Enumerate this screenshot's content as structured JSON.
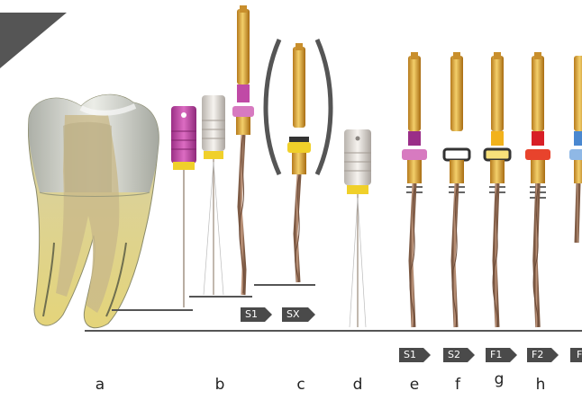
{
  "figure": {
    "panel_letters": [
      "a",
      "b",
      "c",
      "d",
      "e",
      "f",
      "g",
      "h"
    ],
    "file_tags": {
      "c": [
        "S1",
        "SX"
      ],
      "e": "S1",
      "f": "S2",
      "g": "F1",
      "h": "F2",
      "clipped": "F"
    },
    "colors": {
      "baseline": "#555555",
      "corner_triangle": "#555555",
      "tag_bg": "#4a4a4a",
      "gold_handle": "#d9a535",
      "file_shaft": "#a9806a",
      "dentin": "#ddd59a",
      "enamel": "#d8dcd8",
      "magenta_handle": "#c04aa6",
      "white_handle": "#e8e4df",
      "yellow_collar": "#f0d02a",
      "s1_band": "#9a2e88",
      "s2_band": "#ffffff",
      "f1_band": "#f2b21b",
      "f2_band": "#d81f26",
      "f3_band": "#4a88d0"
    }
  }
}
